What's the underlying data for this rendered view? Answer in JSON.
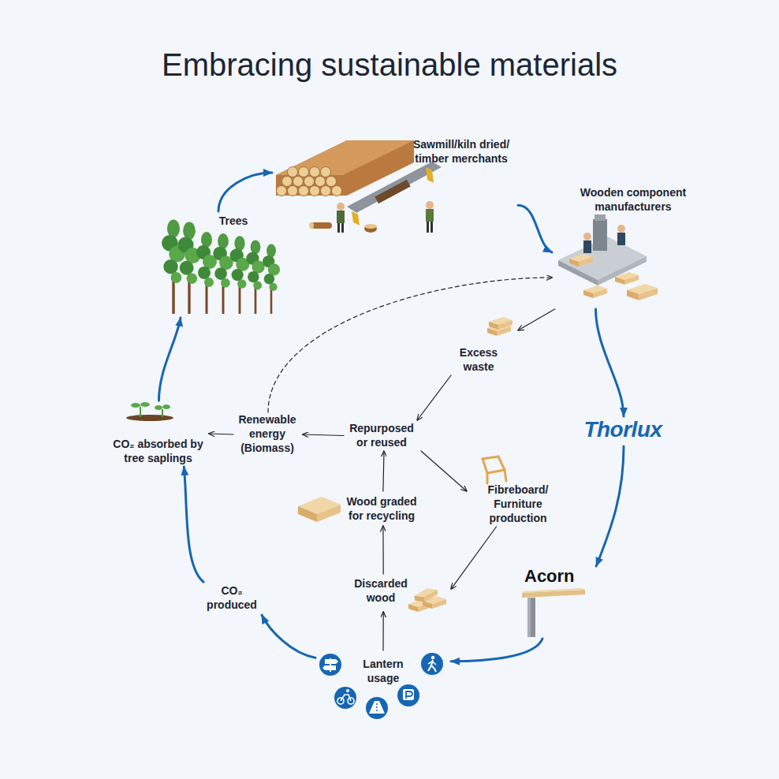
{
  "diagram": {
    "title": "Embracing sustainable materials",
    "nodes": [
      {
        "text": [
          "Trees"
        ]
      },
      {
        "text": [
          "Sawmill/kiln dried/ timber merchants"
        ]
      },
      {
        "text": [
          "Wooden component manufacturers"
        ]
      },
      {
        "text": [
          "Thorlux"
        ]
      },
      {
        "text": [
          "Acorn"
        ]
      },
      {
        "text": [
          "Lantern usage"
        ]
      },
      {
        "text": [
          "CO₂ produced"
        ]
      },
      {
        "text": [
          "CO₂ absorbed by tree saplings"
        ]
      },
      {
        "text": [
          "Excess waste"
        ]
      },
      {
        "text": [
          "Repurposed or reused"
        ]
      },
      {
        "text": [
          "Renewable energy (Biomass)"
        ]
      },
      {
        "text": [
          "Wood graded for recycling"
        ]
      },
      {
        "text": [
          "Discarded wood"
        ]
      },
      {
        "text": [
          "Fibreboard/ Furniture production"
        ]
      }
    ],
    "edges": [
      {
        "from": 0,
        "to": 1,
        "arrow": "to"
      },
      {
        "from": 1,
        "to": 2,
        "arrow": "to"
      },
      {
        "from": 2,
        "to": 3,
        "arrow": "to"
      },
      {
        "from": 3,
        "to": 4,
        "arrow": "to"
      },
      {
        "from": 4,
        "to": 5,
        "arrow": "to"
      },
      {
        "from": 5,
        "to": 6,
        "arrow": "to"
      },
      {
        "from": 6,
        "to": 7,
        "arrow": "to"
      },
      {
        "from": 7,
        "to": 0,
        "arrow": "to"
      },
      {
        "from": 2,
        "to": 8,
        "arrow": "to"
      },
      {
        "from": 8,
        "to": 9,
        "arrow": "to"
      },
      {
        "from": 9,
        "to": 10,
        "arrow": "to"
      },
      {
        "from": 10,
        "to": 7,
        "arrow": "to"
      },
      {
        "from": 10,
        "to": 2,
        "arrow": "to"
      },
      {
        "from": 9,
        "to": 13,
        "arrow": "to"
      },
      {
        "from": 13,
        "to": 12,
        "arrow": "to"
      },
      {
        "from": 5,
        "to": 12,
        "arrow": "to"
      },
      {
        "from": 12,
        "to": 11,
        "arrow": "to"
      },
      {
        "from": 11,
        "to": 9,
        "arrow": "to"
      }
    ]
  }
}
